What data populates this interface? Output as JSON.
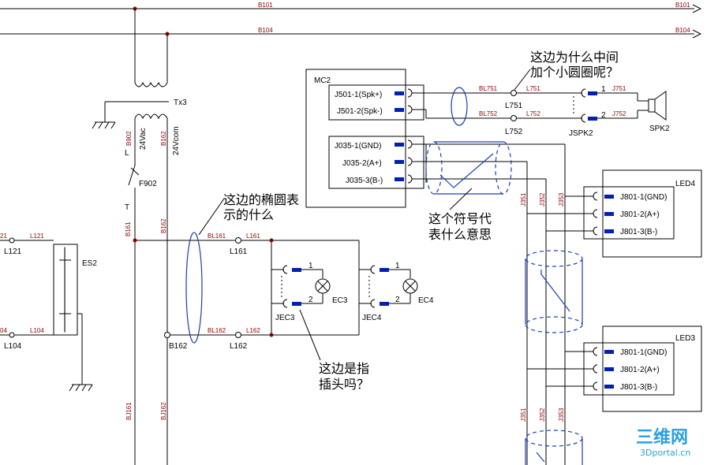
{
  "buses": {
    "b101": "B101",
    "b104": "B104"
  },
  "transformer": {
    "ref": "Tx3",
    "sec_left": "24Vac",
    "sec_right": "24Vcom",
    "wire_left": "B902",
    "wire_right": "B162"
  },
  "fuse": {
    "ref": "F902",
    "pin_top": "L",
    "pin_bottom": "T",
    "wire": "B161"
  },
  "es2": {
    "ref": "ES2",
    "l121": "L121",
    "l104": "L104",
    "n121": "21",
    "n104": "04"
  },
  "wires": {
    "bl161": "BL161",
    "l161": "L161",
    "bl162": "BL162",
    "l162": "L162",
    "b162": "B162",
    "bj161": "BJ161",
    "bj162": "BJ162",
    "j351": "J351",
    "j352": "J352",
    "j353": "J353",
    "bl751": "BL751",
    "l751": "L751",
    "bl752": "BL752",
    "l752": "L752",
    "j751": "J751",
    "j752": "J752"
  },
  "mc2": {
    "ref": "MC2",
    "pins": [
      "J501-1(Spk+)",
      "J501-2(Spk-)",
      "J035-1(GND)",
      "J035-2(A+)",
      "J035-3(B-)"
    ]
  },
  "jspk2": {
    "ref": "JSPK2",
    "pin1": "1",
    "pin2": "2"
  },
  "spk2": {
    "ref": "SPK2"
  },
  "led4": {
    "ref": "LED4",
    "pins": [
      "J801-1(GND)",
      "J801-2(A+)",
      "J801-3(B-)"
    ]
  },
  "led3": {
    "ref": "LED3",
    "pins": [
      "J801-1(GND)",
      "J801-2(A+)",
      "J801-3(B-)"
    ]
  },
  "jec3": {
    "ref": "JEC3",
    "lamp": "EC3",
    "pin1": "1",
    "pin2": "2"
  },
  "jec4": {
    "ref": "JEC4",
    "lamp": "EC4",
    "pin1": "1",
    "pin2": "2"
  },
  "annotations": {
    "circle_q": [
      "这边为什么中间",
      "加个小圆圈呢？"
    ],
    "ellipse_q": [
      "这边的椭圆表",
      "示的什么"
    ],
    "symbol_q": [
      "这个符号代",
      "表什么意思"
    ],
    "plug_q": [
      "这边是指",
      "插头吗？"
    ]
  },
  "watermark": {
    "brand": "三维网",
    "site": "3Dportal.cn"
  }
}
